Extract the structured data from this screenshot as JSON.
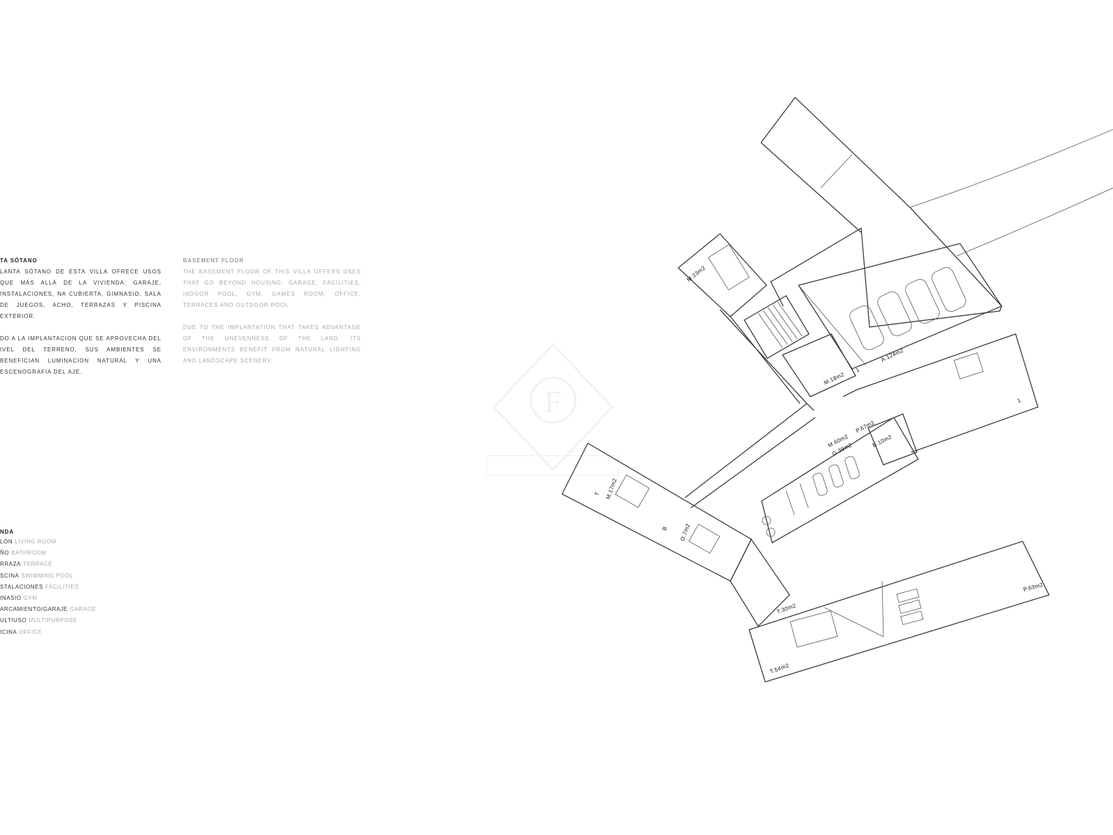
{
  "text_es": {
    "heading": "TA SÓTANO",
    "paragraphs": [
      "LANTA SÓTANO DE ESTA VILLA OFRECE USOS QUE MÁS ALLÁ DE LA VIVIENDA: GARAJE, INSTALACIONES, NA CUBIERTA, GIMNASIO, SALA DE JUEGOS, ACHO, TERRAZAS Y PISCINA EXTERIOR.",
      "DO A LA IMPLANTACION QUE SE APROVECHA DEL IVEL DEL TERRENO, SUS AMBIENTES SE BENEFICIAN LUMINACION NATURAL Y UNA ESCENOGRAFIA DEL AJE."
    ]
  },
  "text_en": {
    "heading": "BASEMENT FLOOR",
    "paragraphs": [
      "THE BASEMENT FLOOR OF THIS VILLA OFFERS USES THAT GO BEYOND HOUSING: GARAGE, FACILITIES, INDOOR POOL, GYM, GAMES ROOM, OFFICE, TERRACES AND OUTDOOR POOL",
      "DUE TO THE IMPLANTATION THAT TAKES ADVANTAGE OF THE UNEVENNESS OF THE LAND, ITS ENVIRONMENTS BENEFIT FROM NATURAL LIGHTING AND LANDSCAPE SCENERY"
    ]
  },
  "legend": {
    "heading": "NDA",
    "items": [
      {
        "es": "LÓN",
        "en": "LIVING ROOM"
      },
      {
        "es": "ÑO",
        "en": "BATHROOM"
      },
      {
        "es": "RRAZA",
        "en": "TERRACE"
      },
      {
        "es": "SCINA",
        "en": "SWIMMING POOL"
      },
      {
        "es": "STALACIONES",
        "en": "FACILITIES"
      },
      {
        "es": "INASIO",
        "en": "GYM"
      },
      {
        "es": "ARCAMIENTO/GARAJE",
        "en": "GARAGE"
      },
      {
        "es": "ULTIUSO",
        "en": "MULTIPURPOSE"
      },
      {
        "es": "ICINA",
        "en": "OFFICE"
      }
    ]
  },
  "room_labels": {
    "m23": "M.23m2",
    "a124": "A.124m2",
    "m18": "M.18m2",
    "m60": "M.60m2",
    "p67": "P.67m2",
    "g39": "G.39m2",
    "b10": "B.10m2",
    "m17": "M.17m2",
    "t_small": "T",
    "b_small": "B",
    "o7": "O.7m2",
    "t30": "T.30m2",
    "p63": "P.63m2",
    "t54": "T.54m2",
    "one_a": "1",
    "one_b": "1"
  },
  "watermark_letter": "F",
  "colors": {
    "ink": "#3a3a3a",
    "muted_text": "#a8a8a8",
    "dark_text": "#333333"
  }
}
